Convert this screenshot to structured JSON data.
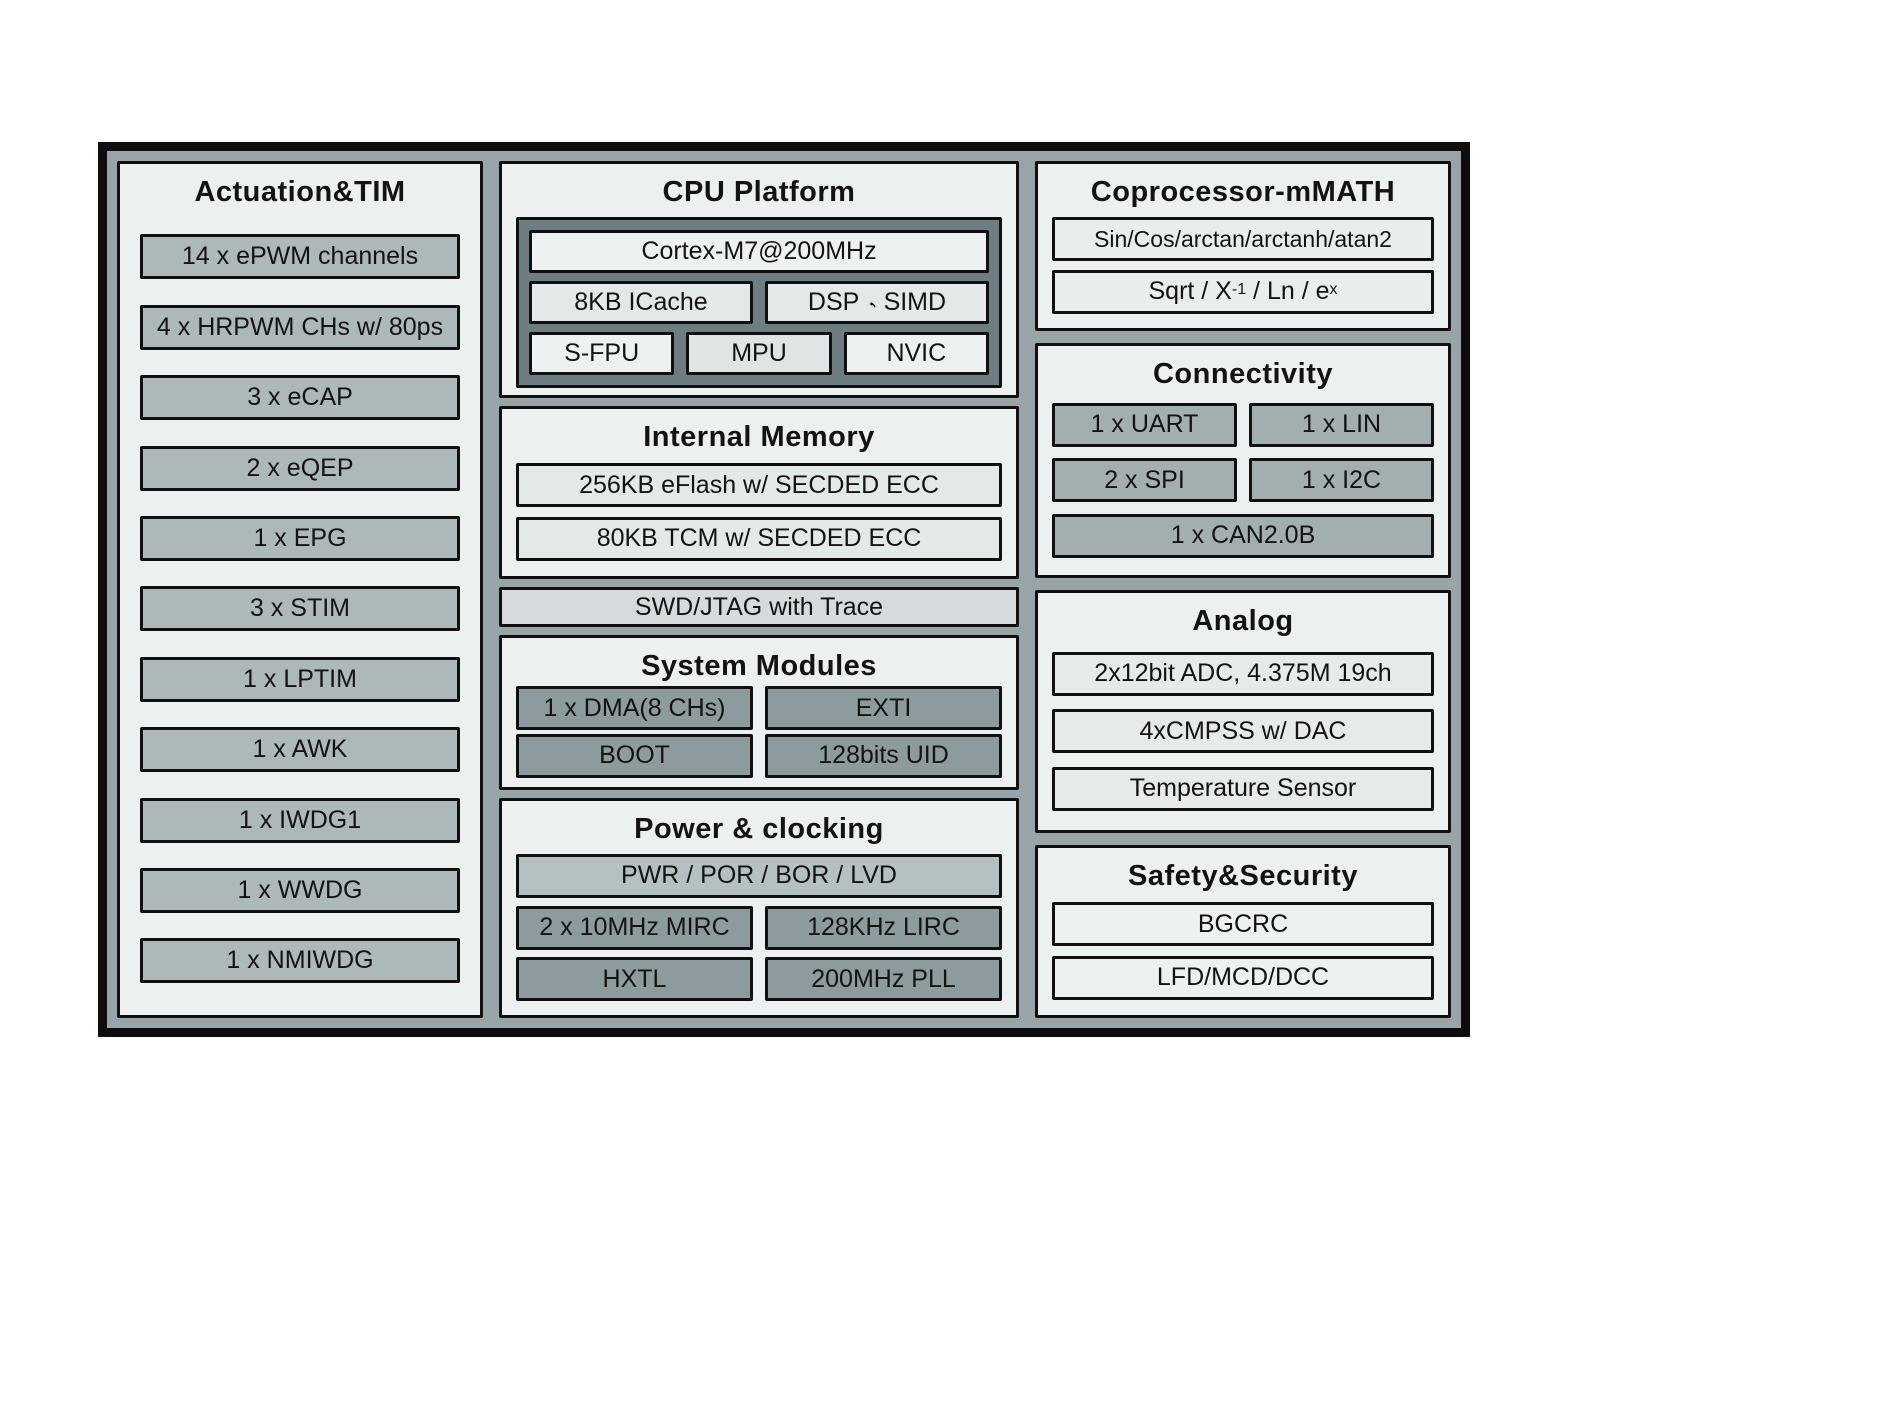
{
  "palette": {
    "backdrop": "#98a4a7",
    "panel_bg": "#edf0f1",
    "left_item_bg": "#adb8ba",
    "cpu_container_bg": "#6d7d81",
    "dark_item_bg": "#8d9b9f",
    "connectivity_item_bg": "#a3aeb1",
    "pwr_item_bg": "#b5c0c2",
    "light_item_bg": "#e3e8e9",
    "border": "#101010"
  },
  "actuation": {
    "title": "Actuation&TIM",
    "items": [
      "14 x ePWM channels",
      "4 x HRPWM CHs w/ 80ps",
      "3 x eCAP",
      "2 x eQEP",
      "1 x EPG",
      "3 x STIM",
      "1 x LPTIM",
      "1 x AWK",
      "1 x IWDG1",
      "1 x WWDG",
      "1 x NMIWDG"
    ]
  },
  "cpu": {
    "title": "CPU Platform",
    "core": "Cortex-M7@200MHz",
    "icache": "8KB ICache",
    "dsp_simd": {
      "label": "DSP、SIMD",
      "p1": "DSP",
      "sep": ",",
      "p2": "SIMD"
    },
    "sfpu": "S-FPU",
    "mpu": "MPU",
    "nvic": "NVIC"
  },
  "memory": {
    "title": "Internal Memory",
    "items": [
      "256KB eFlash w/ SECDED ECC",
      "80KB TCM w/ SECDED ECC"
    ]
  },
  "debug": {
    "label": "SWD/JTAG with Trace"
  },
  "system": {
    "title": "System Modules",
    "items": [
      "1 x DMA(8 CHs)",
      "EXTI",
      "BOOT",
      "128bits UID"
    ]
  },
  "power": {
    "title": "Power & clocking",
    "full": "PWR / POR / BOR / LVD",
    "items": [
      "2 x 10MHz MIRC",
      "128KHz LIRC",
      "HXTL",
      "200MHz PLL"
    ]
  },
  "coprocessor": {
    "title": "Coprocessor-mMATH",
    "trig": "Sin/Cos/arctan/arctanh/atan2",
    "math": {
      "label": "Sqrt / X⁻¹ / Ln / eˣ",
      "t1": "Sqrt / X",
      "sup1": "-1",
      "t2": " / Ln / e",
      "sup2": "x"
    }
  },
  "connectivity": {
    "title": "Connectivity",
    "items": [
      "1 x UART",
      "1 x LIN",
      "2 x SPI",
      "1 x I2C"
    ],
    "full": "1 x CAN2.0B"
  },
  "analog": {
    "title": "Analog",
    "items": [
      "2x12bit ADC, 4.375M 19ch",
      "4xCMPSS w/ DAC",
      "Temperature Sensor"
    ]
  },
  "safety": {
    "title": "Safety&Security",
    "items": [
      "BGCRC",
      "LFD/MCD/DCC"
    ]
  }
}
